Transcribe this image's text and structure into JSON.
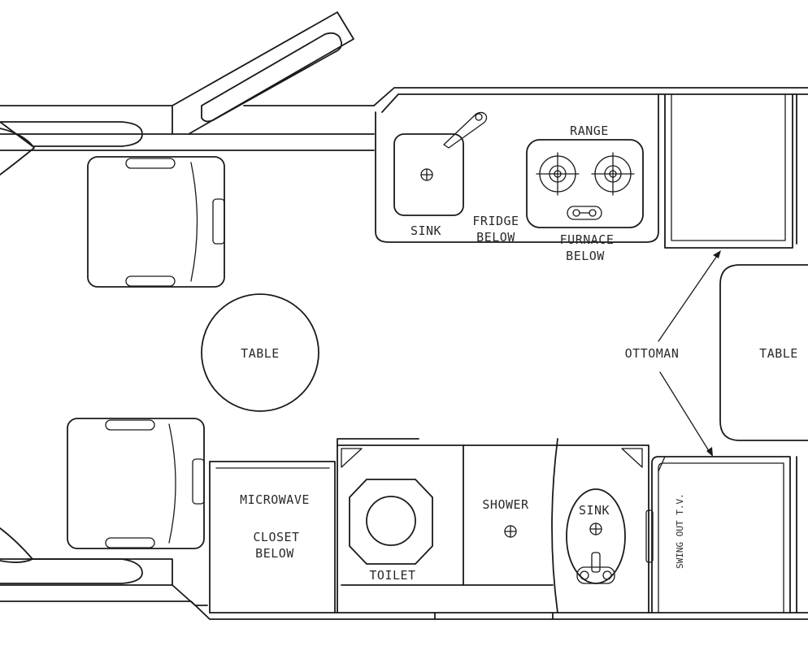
{
  "labels": {
    "range": "RANGE",
    "sink_galley": "SINK",
    "fridge_line1": "FRIDGE",
    "fridge_line2": "BELOW",
    "furnace_line1": "FURNACE",
    "furnace_line2": "BELOW",
    "table_left": "TABLE",
    "table_right": "TABLE",
    "ottoman": "OTTOMAN",
    "microwave": "MICROWAVE",
    "closet_line1": "CLOSET",
    "closet_line2": "BELOW",
    "toilet": "TOILET",
    "shower": "SHOWER",
    "sink_bath": "SINK",
    "swing_tv": "SWING OUT T.V."
  }
}
